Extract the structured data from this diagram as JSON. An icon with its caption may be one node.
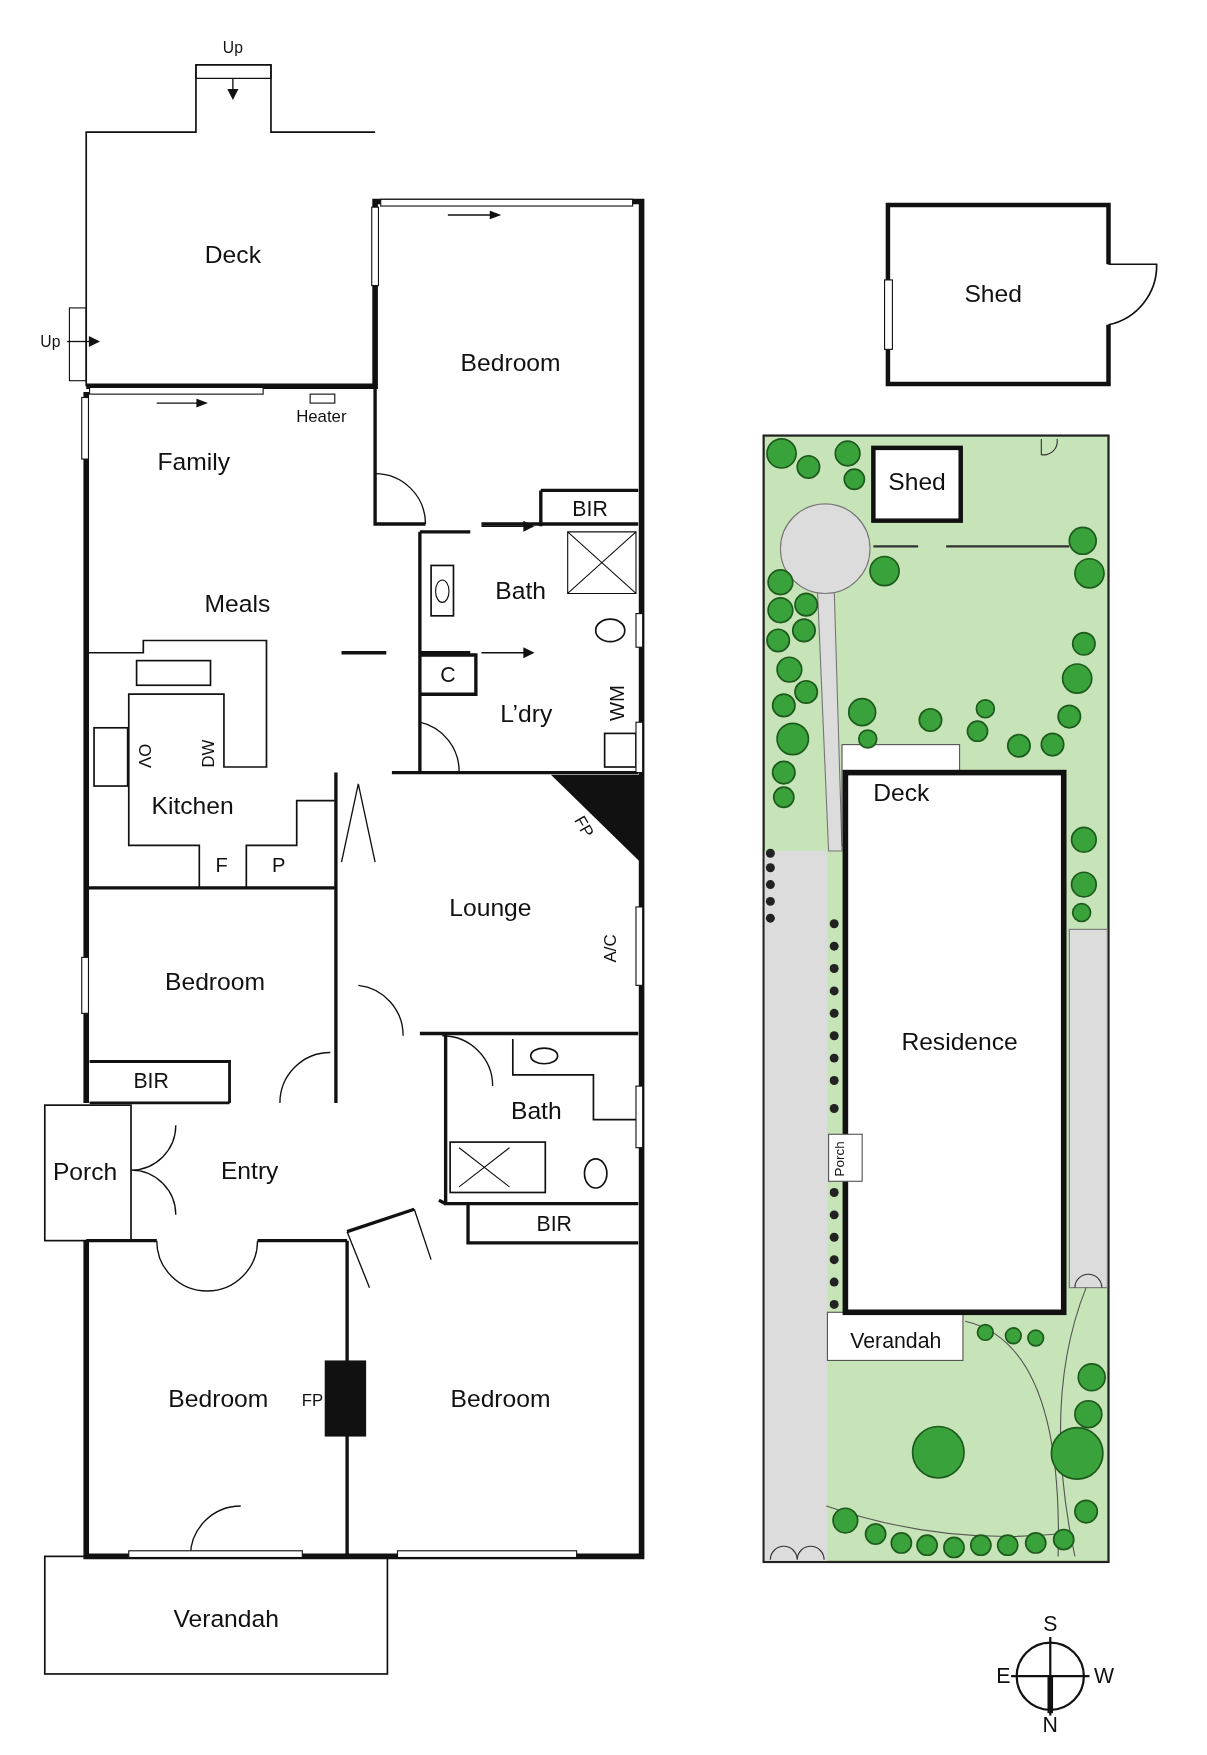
{
  "diagram": {
    "labels": [
      "Up",
      "Deck",
      "Shed",
      "Up",
      "Bedroom",
      "Heater",
      "Family",
      "Shed",
      "BIR",
      "Bath",
      "Meals",
      "C",
      "L’dry",
      "WM",
      "OV",
      "DW",
      "Kitchen",
      "Deck",
      "FP",
      "F",
      "P",
      "Lounge",
      "A/C",
      "Bedroom",
      "Residence",
      "BIR",
      "Bath",
      "Porch",
      "Entry",
      "Porch",
      "BIR",
      "Verandah",
      "Bedroom",
      "FP",
      "Bedroom",
      "Verandah",
      "S",
      "E",
      "W",
      "N"
    ]
  }
}
